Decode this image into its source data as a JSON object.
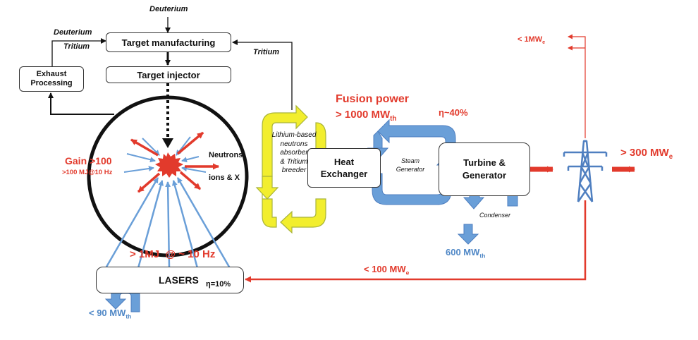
{
  "colors": {
    "red": "#e23a2c",
    "blue": "#6a9fd8",
    "blue_text": "#4f87c6",
    "yellow": "#f2ee2e",
    "yellow_border": "#a9b43a",
    "pylon": "#4f7fc0",
    "dark": "#111111"
  },
  "boxes": {
    "target_manufacturing": "Target manufacturing",
    "target_injector": "Target injector",
    "exhaust_processing": "Exhaust Processing",
    "heat_exchanger": "Heat Exchanger",
    "turbine_generator": "Turbine & Generator",
    "lasers": "LASERS"
  },
  "labels": {
    "deuterium_top": "Deuterium",
    "deuterium_left": "Deuterium",
    "tritium_left": "Tritium",
    "tritium_right": "Tritium",
    "gain": "Gain >100",
    "gain_sub": ">100 MJ@10 Hz",
    "neutrons": "Neutrons",
    "ions_x": "ions & X",
    "laser_energy": "> 1MJ  @ ~ 10 Hz",
    "laser_eta": "η=10%",
    "laser_loss_value": "< 90 MW",
    "laser_loss_sub": "th",
    "breeder_line1": "Lithium-based",
    "breeder_line2": "neutrons",
    "breeder_line3": "absorber",
    "breeder_line4": "& Tritium",
    "breeder_line5": "breeder",
    "fusion_power_title": "Fusion power",
    "fusion_power_value": "> 1000 MW",
    "fusion_power_sub": "th",
    "steam_eta": "η~40%",
    "steam_line1": "Steam",
    "steam_line2": "Generator",
    "condenser": "Condenser",
    "condenser_loss_value": "600 MW",
    "condenser_loss_sub": "th",
    "output_value": "> 300 MW",
    "output_sub": "e",
    "recirc_value": "< 100 MW",
    "recirc_sub": "e",
    "house_value": "< 1MW",
    "house_sub": "e"
  }
}
